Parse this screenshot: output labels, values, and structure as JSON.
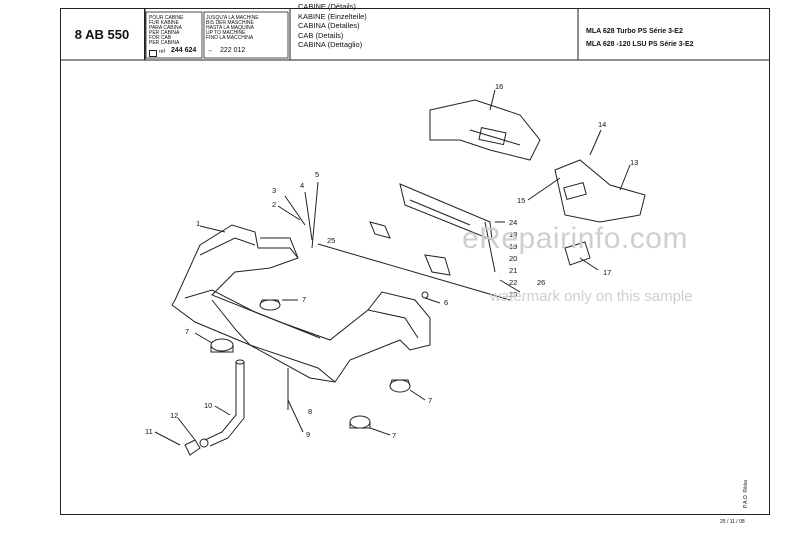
{
  "header": {
    "code": "8 AB 550",
    "applicability_left": [
      "POUR CABINE",
      "FUR KABINE",
      "PARA CABINA",
      "PER CABINA",
      "FOR CAB",
      "PER CABINA"
    ],
    "applicability_right": [
      "JUSQU'A LA MACHINE",
      "BIS DER MASCHINE",
      "HASTA LA MAQUINA",
      "UP TO MACHINE",
      "FINO LA MACCHINA"
    ],
    "ref_label": "réf",
    "ref_value": "244 624",
    "serial_value": "222 012",
    "titles": [
      "CABINE (Détails)",
      "KABINE (Einzelteile)",
      "CABINA (Detalles)",
      "CAB (Details)",
      "CABINA (Dettaglio)"
    ],
    "model_1": "MLA 628 Turbo PS Série 3-E2",
    "model_2": "MLA 628 -120 LSU PS Série 3-E2"
  },
  "watermark": {
    "site": "eRepairinfo.com",
    "note": "watermark only on this sample"
  },
  "callouts": [
    "1",
    "2",
    "3",
    "4",
    "5",
    "6",
    "7",
    "7",
    "7",
    "7",
    "7",
    "8",
    "9",
    "10",
    "11",
    "12",
    "13",
    "14",
    "15",
    "16",
    "17",
    "18",
    "19",
    "20",
    "21",
    "22",
    "23",
    "24",
    "25",
    "26"
  ],
  "footer": {
    "date": "25 / 11 / 08",
    "side_code": "P.A.O. Rikka"
  }
}
